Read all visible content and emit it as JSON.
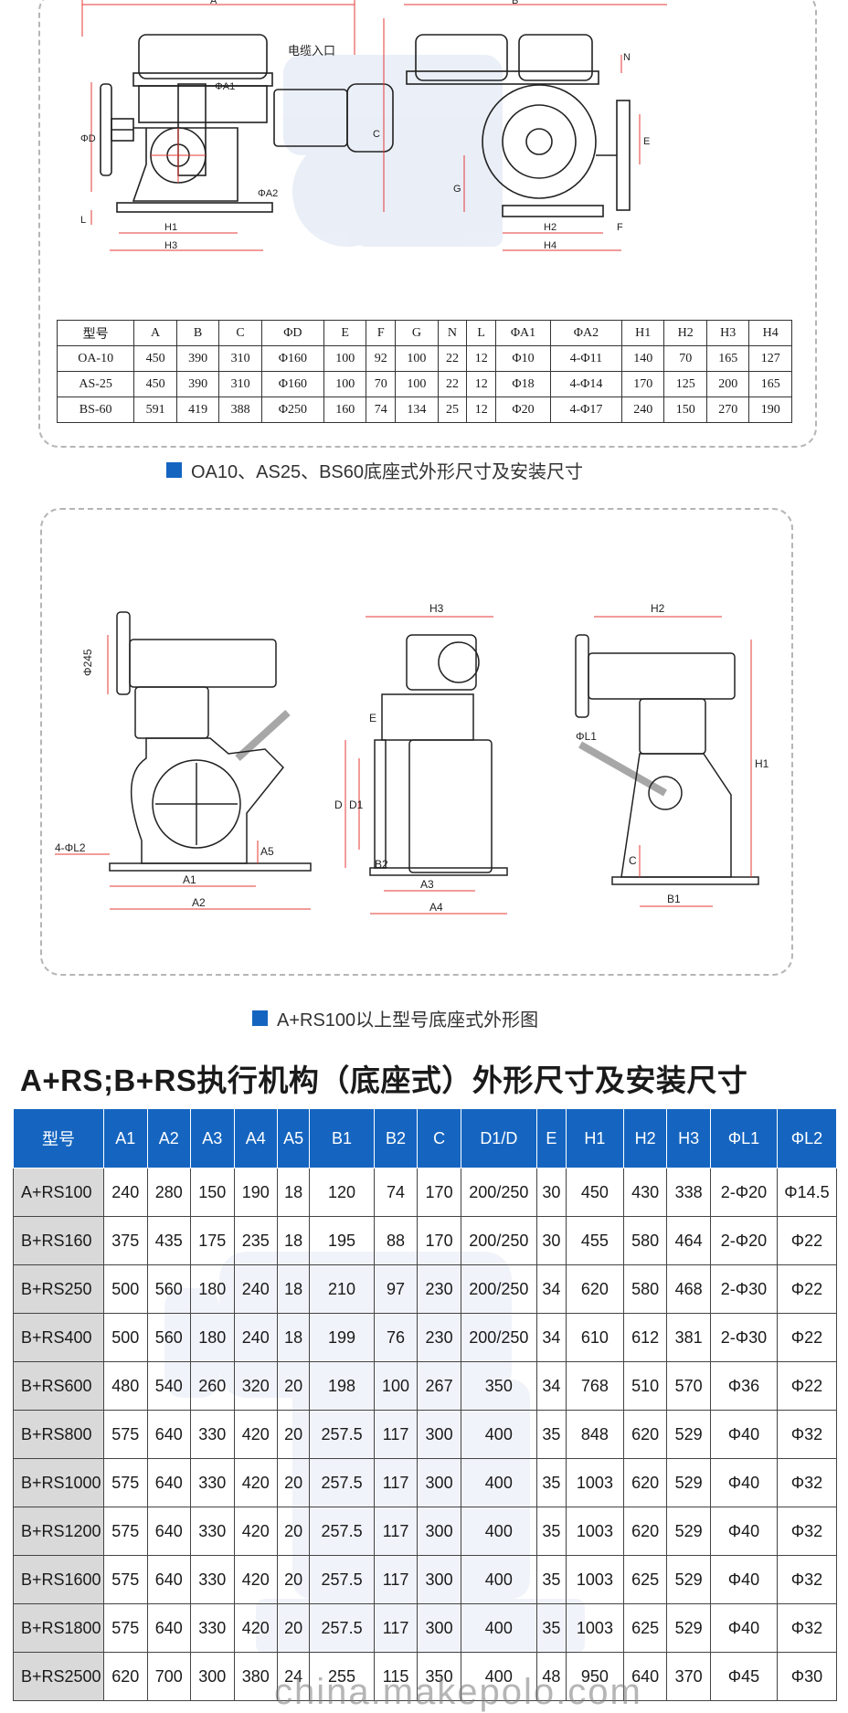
{
  "section1": {
    "diagram_labels": {
      "cable_entry": "电缆入口",
      "A": "A",
      "B": "B",
      "C": "C",
      "D": "ΦD",
      "E": "E",
      "F": "F",
      "G": "G",
      "N": "N",
      "L": "L",
      "A1": "ΦA1",
      "A2": "ΦA2",
      "H1": "H1",
      "H2": "H2",
      "H3": "H3",
      "H4": "H4"
    },
    "table": {
      "headers": [
        "型号",
        "A",
        "B",
        "C",
        "ΦD",
        "E",
        "F",
        "G",
        "N",
        "L",
        "ΦA1",
        "ΦA2",
        "H1",
        "H2",
        "H3",
        "H4"
      ],
      "rows": [
        [
          "OA-10",
          "450",
          "390",
          "310",
          "Φ160",
          "100",
          "92",
          "100",
          "22",
          "12",
          "Φ10",
          "4-Φ11",
          "140",
          "70",
          "165",
          "127"
        ],
        [
          "AS-25",
          "450",
          "390",
          "310",
          "Φ160",
          "100",
          "70",
          "100",
          "22",
          "12",
          "Φ18",
          "4-Φ14",
          "170",
          "125",
          "200",
          "165"
        ],
        [
          "BS-60",
          "591",
          "419",
          "388",
          "Φ250",
          "160",
          "74",
          "134",
          "25",
          "12",
          "Φ20",
          "4-Φ17",
          "240",
          "150",
          "270",
          "190"
        ]
      ]
    },
    "caption": "OA10、AS25、BS60底座式外形尺寸及安装尺寸"
  },
  "section2": {
    "diagram_labels": {
      "d245": "Φ245",
      "l2": "4-ΦL2",
      "a5": "A5",
      "a1": "A1",
      "a2": "A2",
      "h3": "H3",
      "e": "E",
      "d": "D",
      "d1": "D1",
      "b2": "B2",
      "a3": "A3",
      "a4": "A4",
      "h2": "H2",
      "h1": "H1",
      "l1": "ΦL1",
      "c": "C",
      "b1": "B1"
    },
    "caption": "A+RS100以上型号底座式外形图"
  },
  "main_title": "A+RS;B+RS执行机构（底座式）外形尺寸及安装尺寸",
  "main_table": {
    "headers": [
      "型号",
      "A1",
      "A2",
      "A3",
      "A4",
      "A5",
      "B1",
      "B2",
      "C",
      "D1/D",
      "E",
      "H1",
      "H2",
      "H3",
      "ΦL1",
      "ΦL2"
    ],
    "rows": [
      [
        "A+RS100",
        "240",
        "280",
        "150",
        "190",
        "18",
        "120",
        "74",
        "170",
        "200/250",
        "30",
        "450",
        "430",
        "338",
        "2-Φ20",
        "Φ14.5"
      ],
      [
        "B+RS160",
        "375",
        "435",
        "175",
        "235",
        "18",
        "195",
        "88",
        "170",
        "200/250",
        "30",
        "455",
        "580",
        "464",
        "2-Φ20",
        "Φ22"
      ],
      [
        "B+RS250",
        "500",
        "560",
        "180",
        "240",
        "18",
        "210",
        "97",
        "230",
        "200/250",
        "34",
        "620",
        "580",
        "468",
        "2-Φ30",
        "Φ22"
      ],
      [
        "B+RS400",
        "500",
        "560",
        "180",
        "240",
        "18",
        "199",
        "76",
        "230",
        "200/250",
        "34",
        "610",
        "612",
        "381",
        "2-Φ30",
        "Φ22"
      ],
      [
        "B+RS600",
        "480",
        "540",
        "260",
        "320",
        "20",
        "198",
        "100",
        "267",
        "350",
        "34",
        "768",
        "510",
        "570",
        "Φ36",
        "Φ22"
      ],
      [
        "B+RS800",
        "575",
        "640",
        "330",
        "420",
        "20",
        "257.5",
        "117",
        "300",
        "400",
        "35",
        "848",
        "620",
        "529",
        "Φ40",
        "Φ32"
      ],
      [
        "B+RS1000",
        "575",
        "640",
        "330",
        "420",
        "20",
        "257.5",
        "117",
        "300",
        "400",
        "35",
        "1003",
        "620",
        "529",
        "Φ40",
        "Φ32"
      ],
      [
        "B+RS1200",
        "575",
        "640",
        "330",
        "420",
        "20",
        "257.5",
        "117",
        "300",
        "400",
        "35",
        "1003",
        "620",
        "529",
        "Φ40",
        "Φ32"
      ],
      [
        "B+RS1600",
        "575",
        "640",
        "330",
        "420",
        "20",
        "257.5",
        "117",
        "300",
        "400",
        "35",
        "1003",
        "625",
        "529",
        "Φ40",
        "Φ32"
      ],
      [
        "B+RS1800",
        "575",
        "640",
        "330",
        "420",
        "20",
        "257.5",
        "117",
        "300",
        "400",
        "35",
        "1003",
        "625",
        "529",
        "Φ40",
        "Φ32"
      ],
      [
        "B+RS2500",
        "620",
        "700",
        "300",
        "380",
        "24",
        "255",
        "115",
        "350",
        "400",
        "48",
        "950",
        "640",
        "370",
        "Φ45",
        "Φ30"
      ]
    ]
  },
  "watermark": "china.makepolo.com",
  "colors": {
    "accent": "#1565c0",
    "dimension": "#e53935",
    "drawing": "#222222",
    "grey_cell": "#d9d9d9"
  }
}
